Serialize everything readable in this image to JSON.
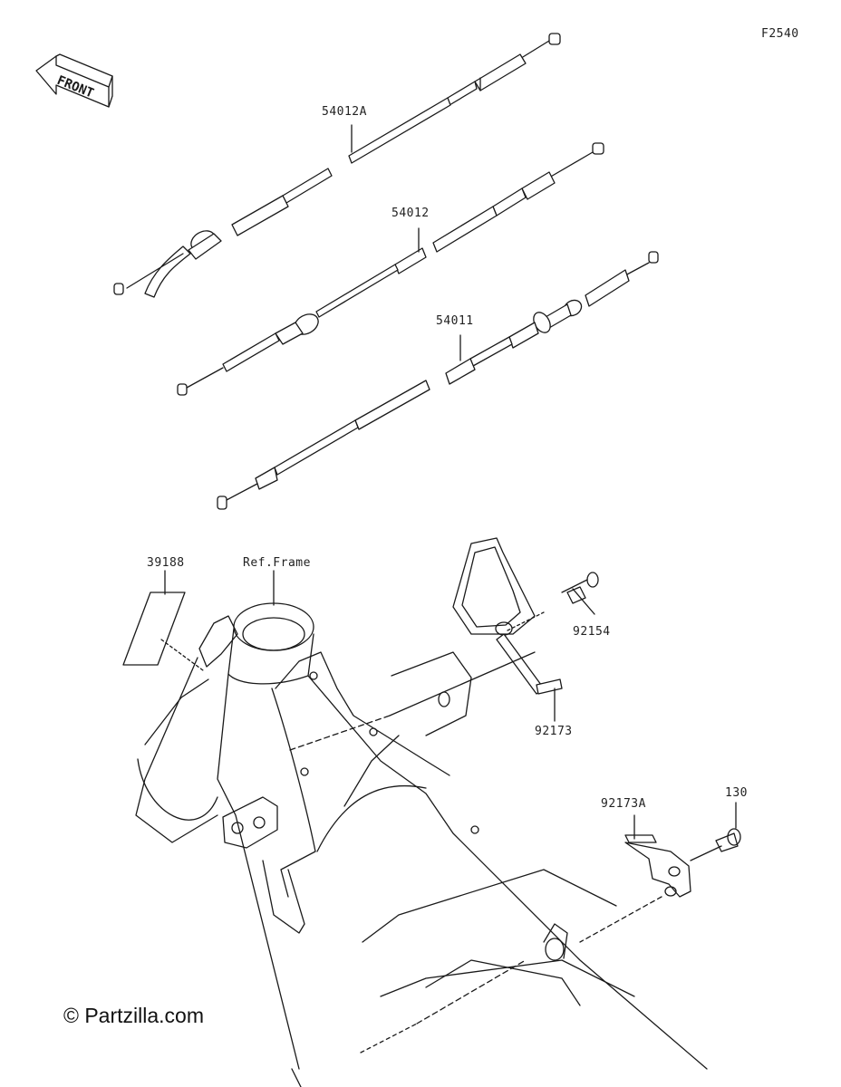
{
  "diagram": {
    "code": "F2540",
    "front_label": "FRONT",
    "copyright": "© Partzilla.com",
    "labels": {
      "throttle_cable_a": "54012A",
      "throttle_cable": "54012",
      "clutch_cable": "54011",
      "decal": "39188",
      "frame": "Ref.Frame",
      "bolt_bracket": "92154",
      "clamp": "92173",
      "clamp_a": "92173A",
      "bolt": "130"
    }
  },
  "colors": {
    "line": "#1a1a1a",
    "background": "#ffffff"
  }
}
